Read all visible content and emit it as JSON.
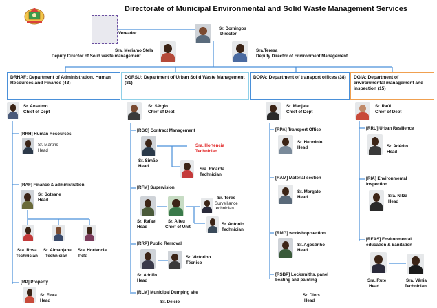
{
  "title": "Directorate of Municipal Environmental and Solid Waste Management Services",
  "top": {
    "director": {
      "name": "Sr. Domingos",
      "role": "Director"
    },
    "vereador": {
      "label": "Vereador"
    },
    "deputy_solid": {
      "name": "Sra. Meriamo Stela",
      "role": "Deputy Director of Solid waste management"
    },
    "deputy_env": {
      "name": "Sra.Teresa",
      "role": "Deputy Director of Environment Management"
    }
  },
  "departments": {
    "drhaf": "DRHAF: Department of Administration, Human Recourses and Finance (43)",
    "dgrsu": "DGRSU: Department of Urban Solid Waste Management (81)",
    "dopa": "DOPA: Department of transport offices (38)",
    "dgia": "DGIA: Department of environmental management and inspection (15)"
  },
  "drhaf": {
    "chief": {
      "name": "Sr. Anselmo",
      "role": "Chief of Dept"
    },
    "rrh": {
      "label": "[RRH] Human Resources",
      "person": {
        "name": "Sr. Martins",
        "role": "Head"
      }
    },
    "raf": {
      "label": "[RAF] Finance & administration",
      "head": {
        "name": "Sr. Sotsane",
        "role": "Head"
      },
      "staff": [
        {
          "name": "Sra. Rosa",
          "role": "Technician"
        },
        {
          "name": "Sr. Almanjane",
          "role": "Technician"
        },
        {
          "name": "Sra. Hortencia",
          "role": "PdS"
        }
      ]
    },
    "rp": {
      "label": "[RP] Property",
      "person": {
        "name": "Sr. Flora",
        "role": "Head"
      }
    }
  },
  "dgrsu": {
    "chief": {
      "name": "Sr. Sérgio",
      "role": "Chief of Dept"
    },
    "rgc": {
      "label": "[RGC] Contract Management",
      "head": {
        "name": "Sr. Simão",
        "role": "Head"
      },
      "hortencia": {
        "name": "Sra. Hortencia",
        "role": "Technician"
      },
      "ricarda": {
        "name": "Sra. Ricarda",
        "role": "Technician"
      }
    },
    "rfm": {
      "label": "[RFM] Supervision",
      "rafael": {
        "name": "Sr. Rafael",
        "role": "Head"
      },
      "alfeu": {
        "name": "Sr. Alfeu",
        "role": "Chief of Unit"
      },
      "tores": {
        "name": "Sr. Tores",
        "role": "Surveillance technician"
      },
      "antonio": {
        "name": "Sr. Antonio",
        "role": "Technician"
      }
    },
    "rrp": {
      "label": "[RRP] Public Removal",
      "adolfo": {
        "name": "Sr. Adolfo",
        "role": "Head"
      },
      "victorino": {
        "name": "Sr. Victorino",
        "role": "Técnico"
      }
    },
    "rlm": {
      "label": "[RLM] Municipal Dumping site",
      "person": {
        "name": "Sr. Délcio"
      }
    }
  },
  "dopa": {
    "chief": {
      "name": "Sr. Manjate",
      "role": "Chief of Dept"
    },
    "rpa": {
      "label": "[RPA] Transport Office",
      "person": {
        "name": "Sr. Herminio",
        "role": "Head"
      }
    },
    "ram": {
      "label": "[RAM] Material section",
      "person": {
        "name": "Sr. Morgato",
        "role": "Head"
      }
    },
    "rmg": {
      "label": "[RMG] workshop section",
      "person": {
        "name": "Sr. Agostinho",
        "role": "Head"
      }
    },
    "rsbp": {
      "label1": "[RSBP] Locksmiths, panel",
      "label2": "beating and painting",
      "person": {
        "name": "Sr. Dinis",
        "role": "Head"
      }
    }
  },
  "dgia": {
    "chief": {
      "name": "Sr. Raúl",
      "role": "Chief of Dept"
    },
    "rru": {
      "label": "[RRU] Urban Resilience",
      "person": {
        "name": "Sr. Adérito",
        "role": "Head"
      }
    },
    "ria": {
      "label1": "[RIA] Environmental",
      "label2": "Inspection",
      "person": {
        "name": "Sra. Nilza",
        "role": "Head"
      }
    },
    "reas": {
      "label1": "[REAS] Environmental",
      "label2": "education & Sanitation",
      "rute": {
        "name": "Sra. Rute",
        "role": "Head"
      },
      "vania": {
        "name": "Sra. Vânia",
        "role": "Technician"
      }
    }
  }
}
